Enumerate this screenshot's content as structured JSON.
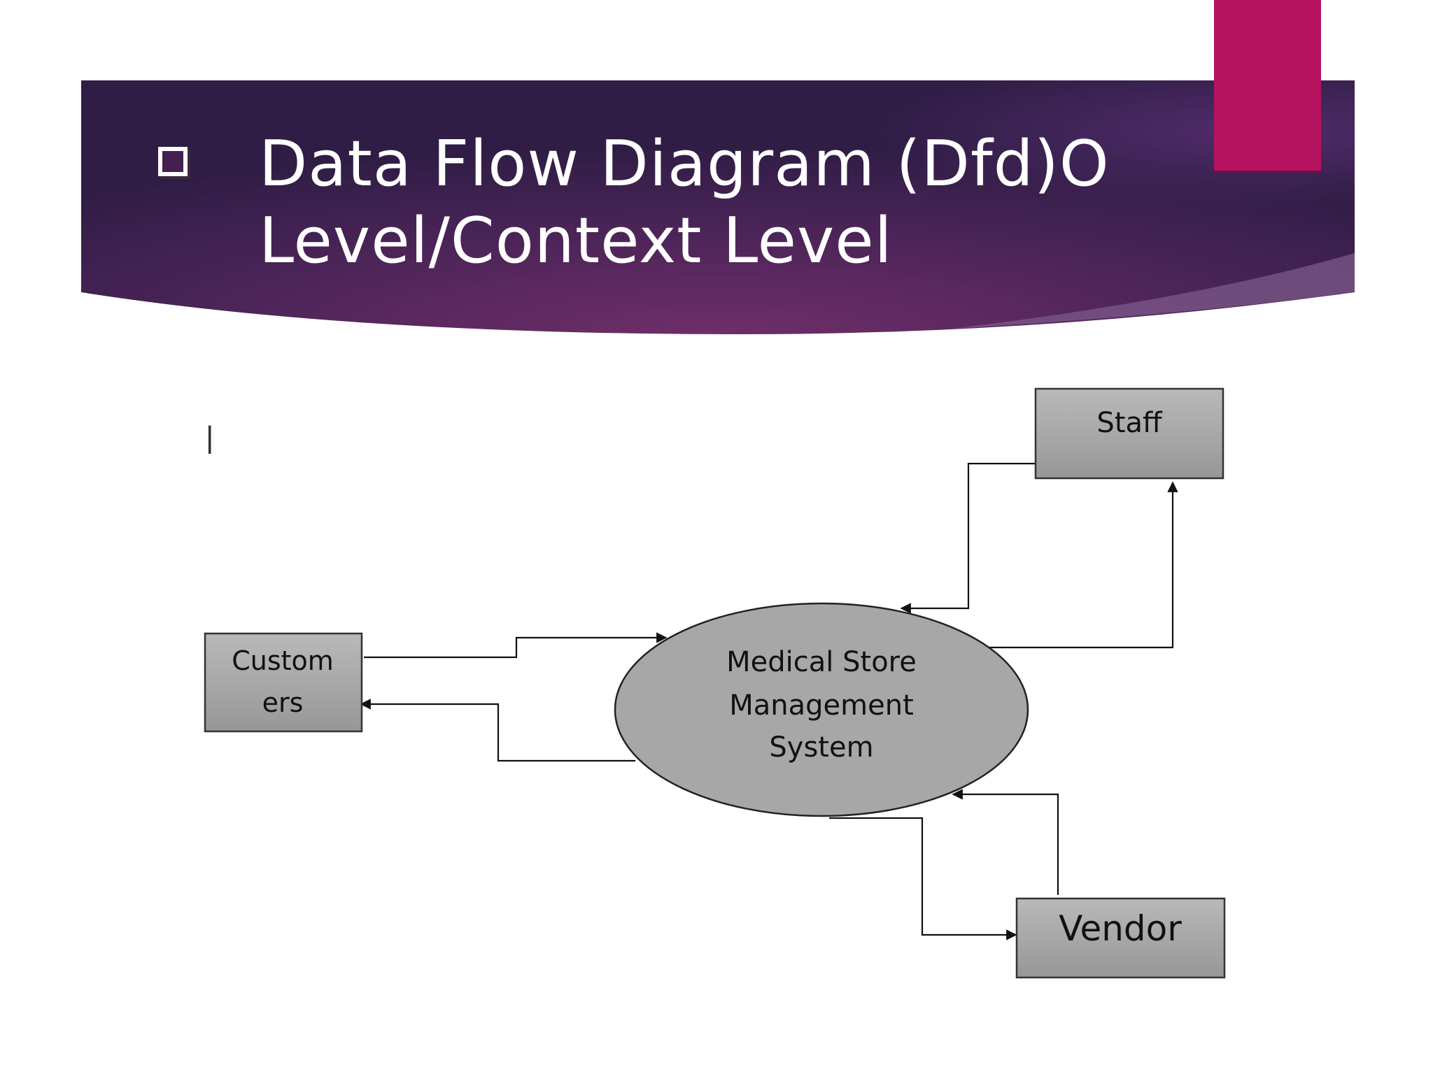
{
  "slide": {
    "title_line1": "Data Flow Diagram (Dfd)O",
    "title_line2": "Level/Context Level",
    "colors": {
      "banner_dark": "#2f1d45",
      "banner_mid": "#6b2d66",
      "accent": "#b5135f",
      "node_fill": "#a9a9a9",
      "process_fill": "#a7a7a7"
    }
  },
  "diagram": {
    "title": "",
    "stray_mark": "|",
    "nodes": {
      "staff": {
        "label": "Staff"
      },
      "customers": {
        "label_line1": "Custom",
        "label_line2": "ers"
      },
      "process": {
        "label_line1": "Medical Store",
        "label_line2": "Management",
        "label_line3": "System"
      },
      "vendor": {
        "label": "Vendor"
      }
    }
  }
}
